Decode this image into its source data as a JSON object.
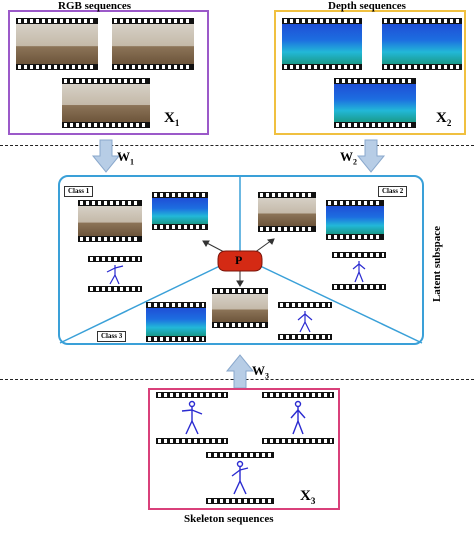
{
  "rgb": {
    "title": "RGB sequences",
    "x_main": "X",
    "x_sub": "1"
  },
  "depth": {
    "title": "Depth sequences",
    "x_main": "X",
    "x_sub": "2"
  },
  "skeleton": {
    "title": "Skeleton sequences",
    "x_main": "X",
    "x_sub": "3"
  },
  "weights": {
    "w1": {
      "main": "W",
      "sub": "1"
    },
    "w2": {
      "main": "W",
      "sub": "2"
    },
    "w3": {
      "main": "W",
      "sub": "3"
    }
  },
  "latent": {
    "title": "Latent subspace",
    "center": "P",
    "classes": [
      "Class 1",
      "Class 2",
      "Class 3"
    ]
  },
  "colors": {
    "rgb_border": "#9b59c9",
    "depth_border": "#f0c040",
    "skeleton_border": "#d9407a",
    "latent_border": "#3aa0d8",
    "center_fill": "#d42a14",
    "arrow_fill": "#b7cde6"
  }
}
